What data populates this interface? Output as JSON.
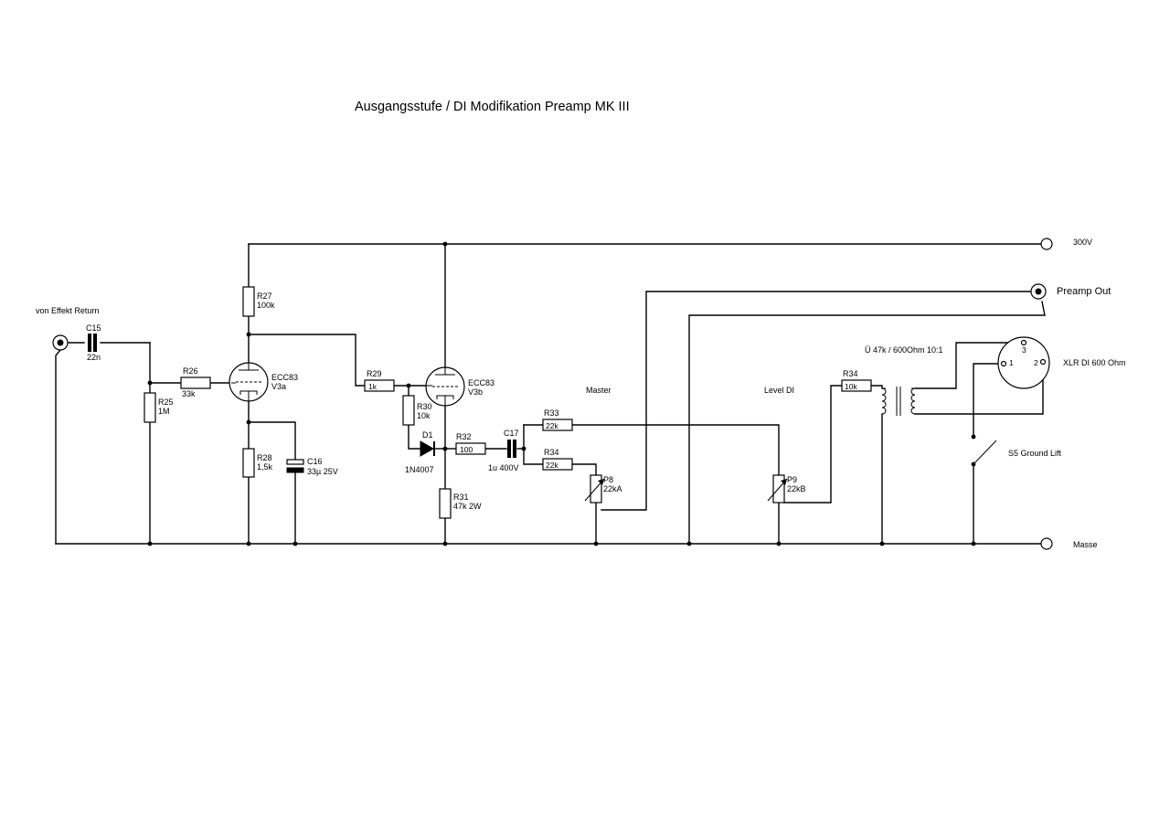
{
  "title": "Ausgangsstufe / DI Modifikation Preamp MK III",
  "nodes": {
    "supply": "300V",
    "preamp_out": "Preamp Out",
    "ground": "Masse",
    "input": "von Effekt Return"
  },
  "components": {
    "c15": {
      "ref": "C15",
      "value": "22n"
    },
    "r25": {
      "ref": "R25",
      "value": "1M"
    },
    "r26": {
      "ref": "R26",
      "value": "33k"
    },
    "r27": {
      "ref": "R27",
      "value": "100k"
    },
    "r28": {
      "ref": "R28",
      "value": "1,5k"
    },
    "c16": {
      "ref": "C16",
      "value": "33µ 25V"
    },
    "v3a": {
      "type": "ECC83",
      "ref": "V3a"
    },
    "r29": {
      "ref": "R29",
      "value": "1k"
    },
    "v3b": {
      "type": "ECC83",
      "ref": "V3b"
    },
    "r30": {
      "ref": "R30",
      "value": "10k"
    },
    "d1": {
      "ref": "D1",
      "value": "1N4007"
    },
    "r32": {
      "ref": "R32",
      "value": "100"
    },
    "r31": {
      "ref": "R31",
      "value": "47k 2W"
    },
    "c17": {
      "ref": "C17",
      "value": "1u 400V"
    },
    "r33": {
      "ref": "R33",
      "value": "22k"
    },
    "r34a": {
      "ref": "R34",
      "value": "22k"
    },
    "p8": {
      "ref": "P8",
      "value": "22kA",
      "name": "Master"
    },
    "p9": {
      "ref": "P9",
      "value": "22kB",
      "name": "Level DI"
    },
    "r34b": {
      "ref": "R34",
      "value": "10k"
    },
    "transformer": {
      "label": "Ü 47k / 600Ohm 10:1"
    },
    "xlr": {
      "label": "XLR DI 600 Ohm",
      "pins": [
        "1",
        "2",
        "3"
      ]
    },
    "s5": {
      "label": "S5 Ground Lift"
    }
  },
  "icons": {
    "jack": "jack-socket-icon",
    "terminal": "terminal-circle-icon",
    "xlr": "xlr-connector-icon"
  }
}
